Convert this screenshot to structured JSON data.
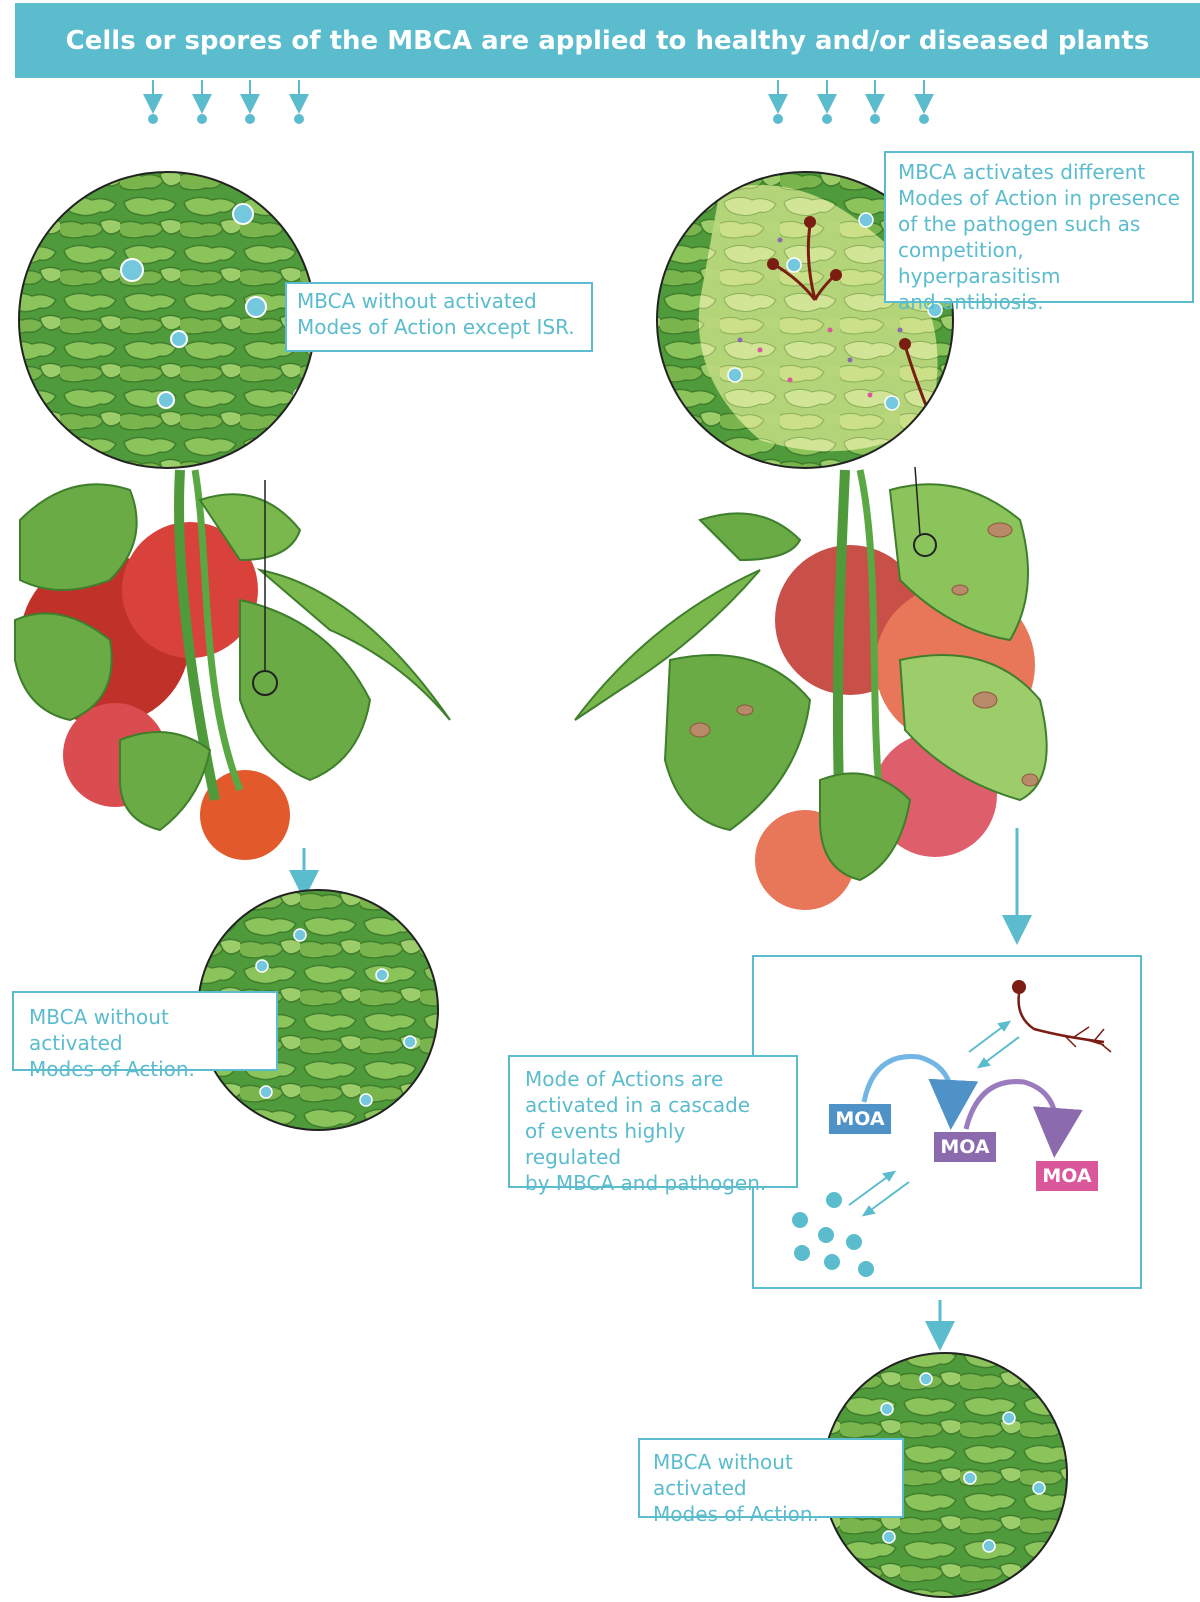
{
  "banner": {
    "text": "Cells or spores of the MBCA are applied to healthy and/or diseased plants"
  },
  "callouts": {
    "isr": "MBCA without activated\nModes of Action except ISR.",
    "modes": "MBCA activates different\nModes of Action in presence\nof the pathogen such as\ncompetition, hyperparasitism\nand antibiosis.",
    "left_bottom": "MBCA without activated\nModes of Action.",
    "cascade": "Mode of Actions are\nactivated in a cascade\nof events highly regulated\nby MBCA and pathogen.",
    "right_bottom": "MBCA without activated\nModes of Action."
  },
  "moa": {
    "first": "MOA",
    "second": "MOA",
    "third": "MOA"
  },
  "colors": {
    "accent": "#5bbccd",
    "leaf": "#6aab45",
    "leaf_light": "#9ccd6a",
    "tomato_red": "#d9423a",
    "tomato_orange": "#e76a48",
    "infected_zone": "#cfe28a",
    "pathogen": "#7a1e14",
    "moa_blue": "#4f92c8",
    "moa_purple": "#8b6aae",
    "moa_pink": "#d9579a"
  },
  "icons": [
    "down-arrow-icon",
    "tomato-plant-icon",
    "pathogen-hypha-icon",
    "mbca-cell-icon",
    "double-arrow-icon",
    "curved-arrow-icon"
  ]
}
